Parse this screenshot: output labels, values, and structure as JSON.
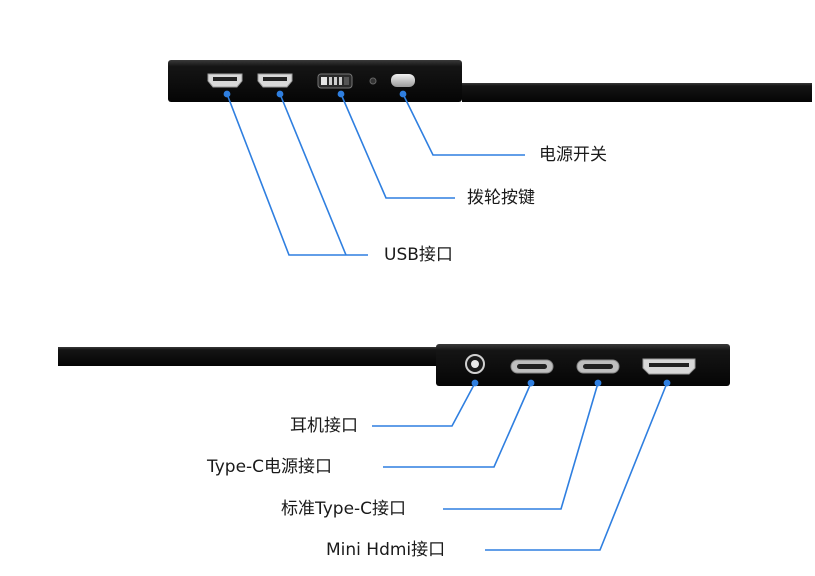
{
  "top_device": {
    "labels": {
      "power_switch": "电源开关",
      "dial_button": "拨轮按键",
      "usb_port": "USB接口"
    }
  },
  "bottom_device": {
    "labels": {
      "headphone_jack": "耳机接口",
      "typec_power": "Type-C电源接口",
      "standard_typec": "标准Type-C接口",
      "mini_hdmi": "Mini Hdmi接口"
    }
  },
  "colors": {
    "device_body": "#111111",
    "leader_line": "#2f7fe0",
    "text": "#1a1a1a"
  }
}
